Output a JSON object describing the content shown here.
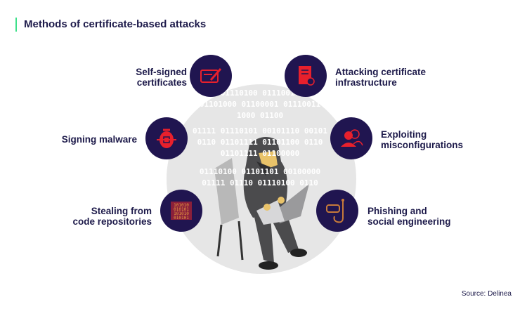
{
  "title": "Methods of certificate-based attacks",
  "source": "Source: Delinea",
  "accent": "#3ee08a",
  "icon_bg": "#201550",
  "icon_color": "#e8202c",
  "background_binary": [
    "1000 01100",
    "00001 01110100 01110010 01101",
    "000 01101000 01100001 01110011 001",
    "01111 01110101 00101110 00101",
    "0110 01101111 01101100 0110",
    "01101111 01100000",
    "01110100 01101101 00100000",
    "01111 01110 01110100 0110"
  ],
  "methods": [
    {
      "label": "Self-signed certificates",
      "line1": "Self-signed",
      "line2": "certificates",
      "icon": "signed-certificate-icon"
    },
    {
      "label": "Attacking certificate infrastructure",
      "line1": "Attacking certificate",
      "line2": "infrastructure",
      "icon": "document-icon"
    },
    {
      "label": "Signing malware",
      "line1": "Signing malware",
      "line2": "",
      "icon": "bug-icon"
    },
    {
      "label": "Exploiting misconfigurations",
      "line1": "Exploiting",
      "line2": "misconfigurations",
      "icon": "users-icon"
    },
    {
      "label": "Stealing from code repositories",
      "line1": "Stealing from",
      "line2": "code repositories",
      "icon": "binary-code-icon"
    },
    {
      "label": "Phishing and social engineering",
      "line1": "Phishing and",
      "line2": "social engineering",
      "icon": "fishing-hook-icon"
    }
  ]
}
